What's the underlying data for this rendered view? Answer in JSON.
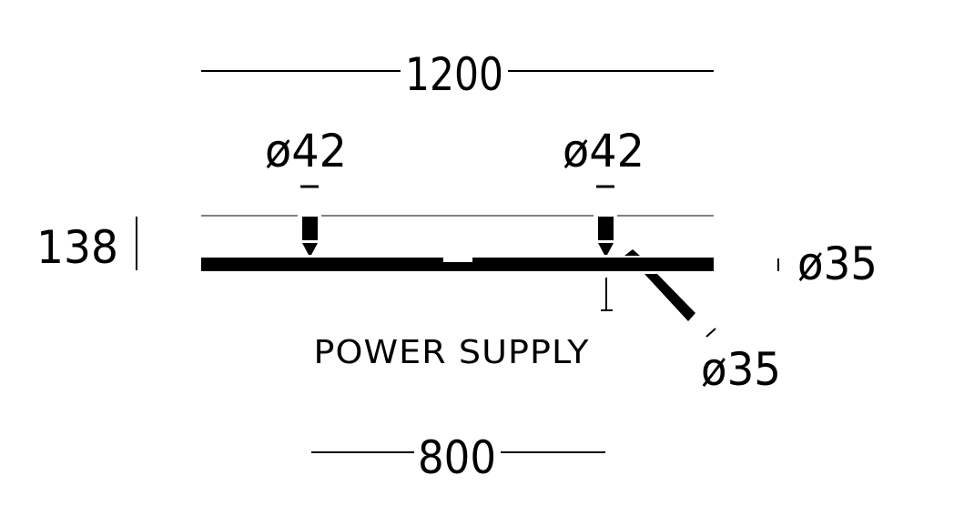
{
  "dimensions": {
    "overall_length": "1200",
    "mount_spacing": "800",
    "height": "138",
    "mount_diameter_left": "ø42",
    "mount_diameter_right": "ø42",
    "side_diameter": "ø35",
    "arm_diameter": "ø35"
  },
  "labels": {
    "power_supply": "POWER SUPPLY"
  },
  "colors": {
    "ink": "#000000",
    "background": "#ffffff"
  }
}
